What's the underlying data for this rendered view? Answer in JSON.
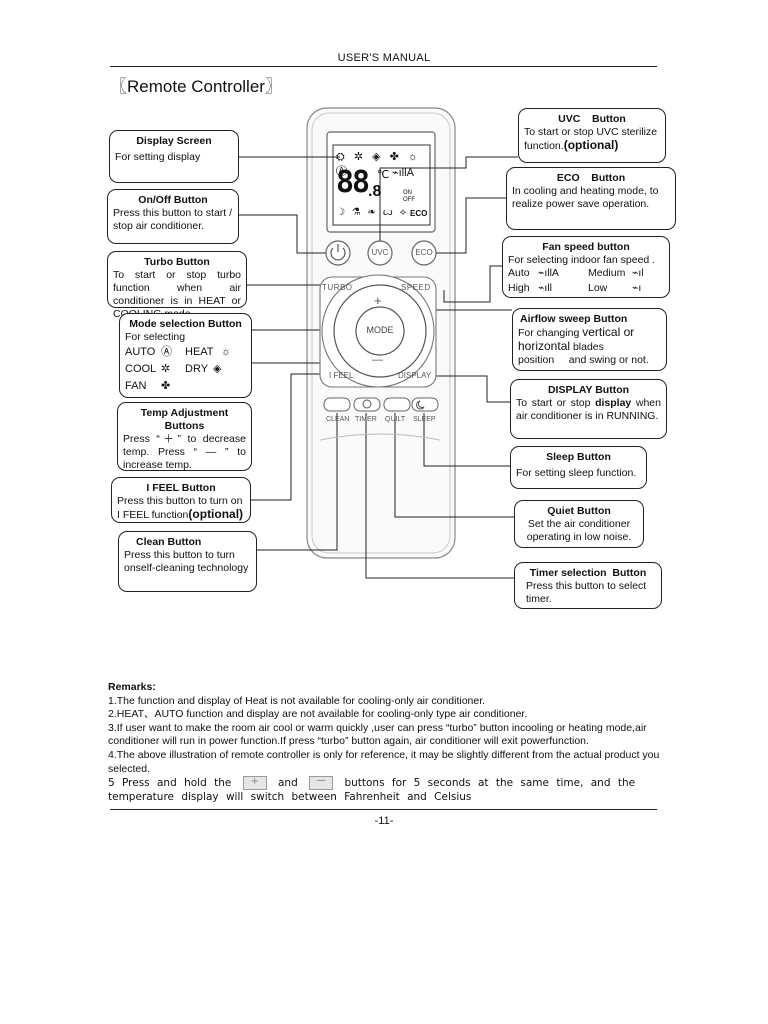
{
  "header": {
    "manual_title": "USER'S MANUAL"
  },
  "section": {
    "title": "〖Remote Controller〗"
  },
  "remote": {
    "display_top_icons": "⛭ ✲ ◈ ✤ ☼ Ⓐ",
    "temp_digits": "88",
    "temp_decimal": ".8",
    "temp_unit": "℃",
    "fan_icon": "⌁ıllA",
    "timer_on": "ON",
    "timer_off": "OFF",
    "bottom_icons": "☽ ⚗ ❧ ꙍ ⟡",
    "eco_label": "ECO",
    "btn_uvc": "UVC",
    "btn_eco": "ECO",
    "btn_turbo": "TURBO",
    "btn_speed": "SPEED",
    "btn_mode": "MODE",
    "btn_plus": "+",
    "btn_minus": "—",
    "btn_ifeel": "I FEEL",
    "btn_display": "DISPLAY",
    "btn_clean": "CLEAN",
    "btn_timer": "TIMER",
    "btn_quilt": "QUILT",
    "btn_sleep": "SLEEP"
  },
  "callouts": {
    "display_screen": {
      "title": "Display Screen",
      "desc": "For setting display"
    },
    "onoff": {
      "title": "On/Off Button",
      "desc": "Press this button to start / stop air conditioner."
    },
    "turbo": {
      "title": "Turbo Button",
      "desc": "To start or stop turbo function when air conditioner is in HEAT or COOLING mode."
    },
    "mode": {
      "title": "Mode selection Button",
      "desc": "For selecting",
      "auto": "AUTO",
      "heat": "HEAT",
      "cool": "COOL",
      "dry": "DRY",
      "fan": "FAN",
      "auto_icon": "Ⓐ",
      "heat_icon": "☼",
      "cool_icon": "✲",
      "dry_icon": "◈",
      "fan_icon": "✤"
    },
    "temp": {
      "title": "Temp Adjustment Buttons",
      "desc": "Press “＋” to decrease temp. Press “ — ” to increase temp."
    },
    "ifeel": {
      "title": "I FEEL Button",
      "desc": "Press this button to turn on I FEEL function",
      "optional": "(optional)"
    },
    "clean": {
      "title": "Clean Button",
      "desc": "Press this button to turn onself-cleaning technology"
    },
    "uvc": {
      "title": "UVC    Button",
      "desc": "To start or stop UVC sterilize function.",
      "optional": "(optional)"
    },
    "eco": {
      "title": "ECO    Button",
      "desc": "In cooling and heating mode, to realize power save operation."
    },
    "fan_speed": {
      "title": "Fan speed button",
      "desc": "For selecting indoor fan speed .",
      "auto": "Auto",
      "medium": "Medium",
      "high": "High",
      "low": "Low",
      "auto_icon": "⌁ıllA",
      "medium_icon": "⌁ıl",
      "high_icon": "⌁ıll",
      "low_icon": "⌁ı"
    },
    "airflow": {
      "title": "Airflow sweep Button",
      "desc_a": "For changing ",
      "desc_b": "vertical or",
      "desc_c": "horizontal",
      "desc_d": " blades",
      "desc_e": "position     and swing or not."
    },
    "display": {
      "title": "DISPLAY Button",
      "desc_a": "To start or stop ",
      "desc_b": "display",
      "desc_c": " when air conditioner is in RUNNING."
    },
    "sleep": {
      "title": "Sleep Button",
      "desc": "For setting sleep function."
    },
    "quiet": {
      "title": "Quiet Button",
      "desc": "Set the air conditioner operating in low noise."
    },
    "timer": {
      "title": "Timer selection  Button",
      "desc": "Press this button to select timer."
    }
  },
  "remarks": {
    "title": "Remarks:",
    "r1": "1.The function and display of Heat is not available for cooling-only air conditioner.",
    "r2": "2.HEAT、AUTO function and display are not available for cooling-only type air conditioner.",
    "r3": "3.If user want to make the room air cool or warm quickly ,user can press “turbo” button incooling or heating mode,air conditioner will run in power function.If press “turbo” button again, air conditioner will exit powerfunction.",
    "r4": "4.The above illustration of remote controller is only for reference, it may be slightly different from the actual product you selected.",
    "r5_a": "5 Press and hold the",
    "r5_b": "and",
    "r5_c": "buttons for 5 seconds at the same time, and the temperature display will switch between Fahrenheit and Celsius",
    "plus_sym": "+",
    "minus_sym": "—"
  },
  "footer": {
    "page_number": "-11-"
  }
}
